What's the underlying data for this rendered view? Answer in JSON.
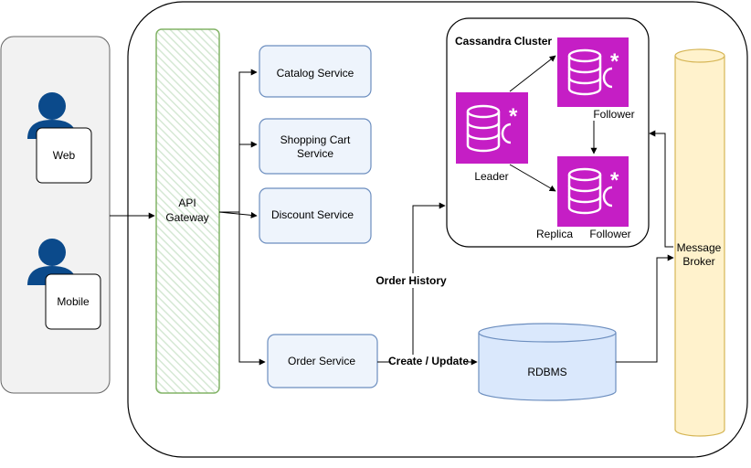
{
  "clients": {
    "web": "Web",
    "mobile": "Mobile"
  },
  "gateway": {
    "line1": "API",
    "line2": "Gateway"
  },
  "services": {
    "catalog": "Catalog Service",
    "cart_line1": "Shopping Cart",
    "cart_line2": "Service",
    "discount": "Discount Service",
    "order": "Order Service"
  },
  "cassandra": {
    "title": "Cassandra Cluster",
    "leader": "Leader",
    "follower_top": "Follower",
    "replica": "Replica",
    "follower_bottom": "Follower"
  },
  "edges": {
    "order_history": "Order History",
    "create_update": "Create / Update"
  },
  "rdbms": "RDBMS",
  "broker": {
    "line1": "Message",
    "line2": "Broker"
  },
  "colors": {
    "service_border": "#6c8ebf",
    "service_fill": "#dae8fc",
    "gateway_border": "#82b366",
    "gateway_hatch": "#d5e8d4",
    "cassandra_fill": "#c51ec5",
    "user_icon": "#0b4a8b",
    "broker_fill": "#fff2cc",
    "broker_border": "#d6b656"
  }
}
